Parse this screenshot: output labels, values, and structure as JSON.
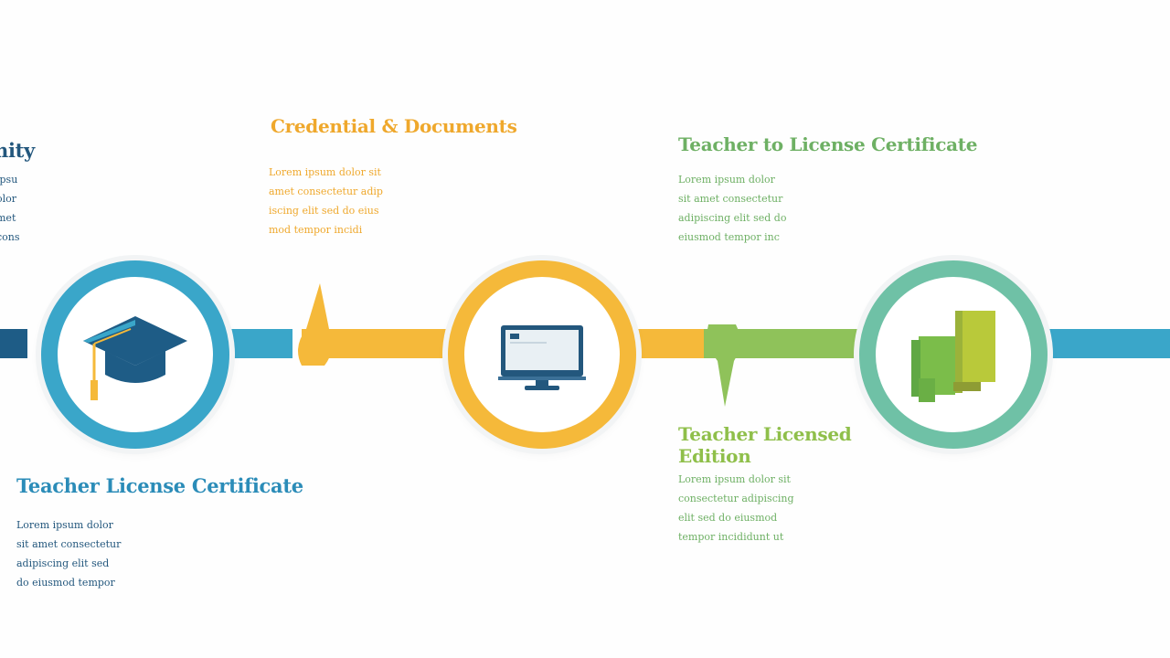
{
  "colors": {
    "navy": "#1e5c86",
    "blue": "#3aa6c9",
    "yellow": "#f5b93a",
    "green": "#8fc25a",
    "teal": "#6fc1a6"
  },
  "steps": [
    {
      "title": "Teacher License Certificate",
      "body": "Lorem ipsum dolor\nsit amet consectetur\nadipiscing elit sed\ndo eiusmod tempor",
      "icon": "graduation-cap-icon"
    },
    {
      "title": "Credential & Documents",
      "body": "Lorem ipsum dolor sit\namet consectetur adip\niscing elit sed do eius\nmod tempor incidi",
      "icon": "computer-monitor-icon"
    },
    {
      "title": "Teacher to License Certificate",
      "body": "Lorem ipsum dolor\nsit amet consectetur\nadipiscing elit sed do\neiusmod tempor inc",
      "icon": "bar-chart-icon"
    }
  ],
  "edge_left": {
    "title": "nity",
    "body": "ipsu\nolor\nmet\ncons"
  },
  "lower_right": {
    "title_line1": "Teacher Licensed",
    "title_line2": "Edition",
    "body": "Lorem ipsum dolor sit\nconsectetur adipiscing\nelit sed do eiusmod\ntempor incididunt ut"
  }
}
